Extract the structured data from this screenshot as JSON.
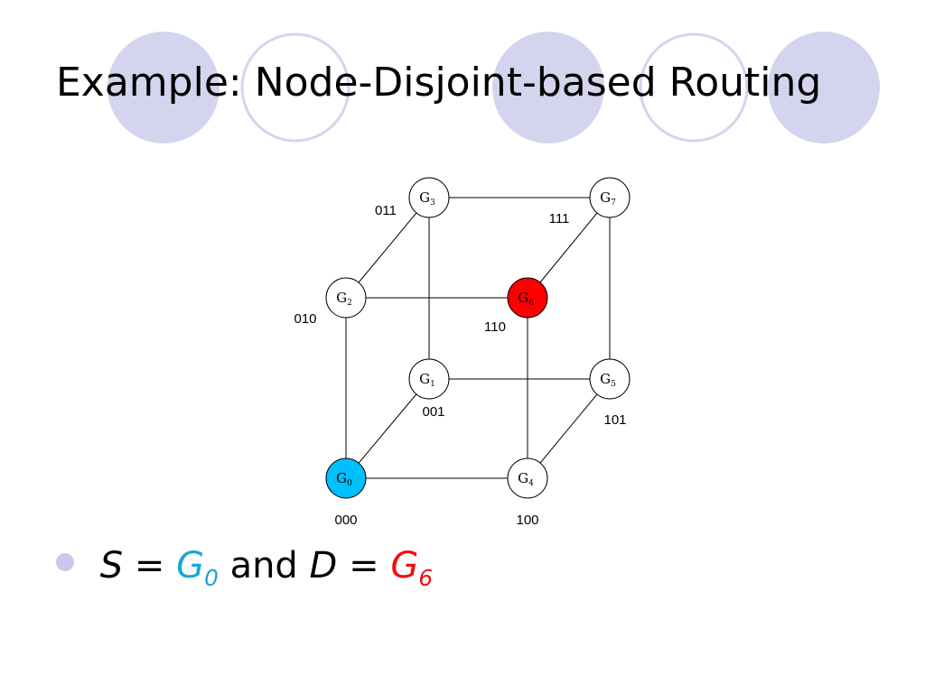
{
  "slide": {
    "title": "Example: Node-Disjoint-based Routing"
  },
  "diagram": {
    "nodes": [
      {
        "id": "G0",
        "letter": "G",
        "sub": "0",
        "code": "000",
        "fill": "#00bfff",
        "role": "source"
      },
      {
        "id": "G1",
        "letter": "G",
        "sub": "1",
        "code": "001",
        "fill": "#ffffff"
      },
      {
        "id": "G2",
        "letter": "G",
        "sub": "2",
        "code": "010",
        "fill": "#ffffff"
      },
      {
        "id": "G3",
        "letter": "G",
        "sub": "3",
        "code": "011",
        "fill": "#ffffff"
      },
      {
        "id": "G4",
        "letter": "G",
        "sub": "4",
        "code": "100",
        "fill": "#ffffff"
      },
      {
        "id": "G5",
        "letter": "G",
        "sub": "5",
        "code": "101",
        "fill": "#ffffff"
      },
      {
        "id": "G6",
        "letter": "G",
        "sub": "6",
        "code": "110",
        "fill": "#ff0000",
        "role": "destination"
      },
      {
        "id": "G7",
        "letter": "G",
        "sub": "7",
        "code": "111",
        "fill": "#ffffff"
      }
    ],
    "edges": [
      [
        "G0",
        "G4"
      ],
      [
        "G0",
        "G2"
      ],
      [
        "G0",
        "G1"
      ],
      [
        "G1",
        "G5"
      ],
      [
        "G1",
        "G3"
      ],
      [
        "G2",
        "G6"
      ],
      [
        "G2",
        "G3"
      ],
      [
        "G3",
        "G7"
      ],
      [
        "G4",
        "G6"
      ],
      [
        "G4",
        "G5"
      ],
      [
        "G5",
        "G7"
      ],
      [
        "G6",
        "G7"
      ]
    ]
  },
  "bullet": {
    "s_label": "S",
    "equals": "=",
    "s_letter": "G",
    "s_sub": "0",
    "and_text": "and",
    "d_label": "D",
    "d_letter": "G",
    "d_sub": "6"
  },
  "colors": {
    "decor_fill": "#d4d4ee",
    "decor_ring": "#d4d4ee",
    "source": "#00bfff",
    "destination": "#ff0000",
    "bullet_dot": "#c9c9ee"
  }
}
